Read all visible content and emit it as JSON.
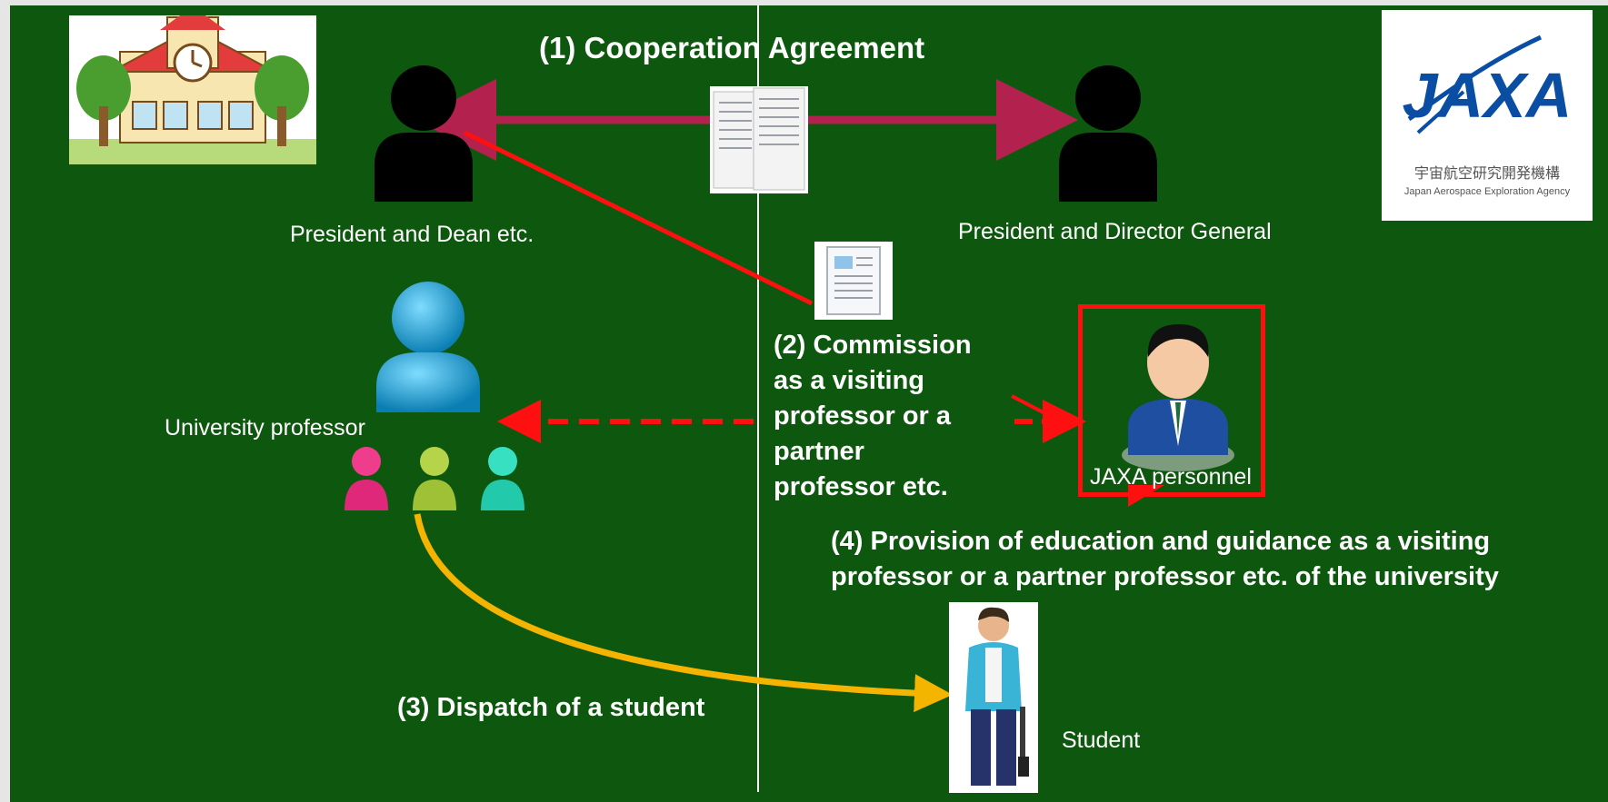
{
  "labels": {
    "cooperation_agreement": "(1) Cooperation Agreement",
    "president_dean": "President and Dean etc.",
    "president_dg": "President and Director General",
    "university_professor": "University professor",
    "commission": [
      "(2) Commission",
      "as a visiting",
      "professor or a",
      "partner",
      "professor etc."
    ],
    "jaxa_personnel": "JAXA personnel",
    "provision": [
      "(4) Provision of education and guidance as a visiting",
      "professor or a partner professor etc. of the university"
    ],
    "dispatch": "(3) Dispatch of a student",
    "student": "Student"
  },
  "logo": {
    "wordmark": "JAXA",
    "japanese": "宇宙航空研究開発機構",
    "english": "Japan Aerospace Exploration Agency"
  },
  "colors": {
    "background": "#0e570e",
    "agreement_arrow": "#b3214f",
    "commission_arrows": "#ff1010",
    "dispatch_arrow": "#f5b400",
    "highlight_box": "#ff1010",
    "jaxa_blue": "#0a4ea3"
  },
  "icons": [
    "school-icon",
    "person-silhouette-icon",
    "document-stack-icon",
    "document-icon",
    "professor-avatar-icon",
    "student-group-icon",
    "businessman-icon",
    "student-figure-icon"
  ]
}
